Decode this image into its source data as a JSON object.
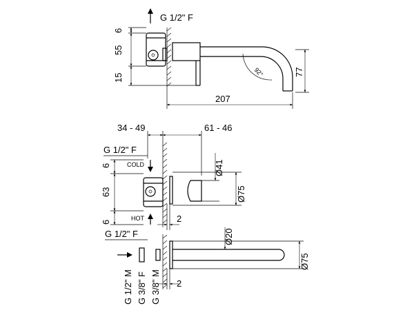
{
  "top_view": {
    "thread_top": "G 1/2\" F",
    "dim_6": "6",
    "dim_55": "55",
    "dim_15": "15",
    "dim_207": "207",
    "dim_77": "77",
    "angle": "92°"
  },
  "middle_view": {
    "dim_34_49": "34 - 49",
    "dim_61_46": "61 - 46",
    "thread_top": "G 1/2\" F",
    "dim_6_top": "6",
    "dim_63": "63",
    "dim_6_bottom": "6",
    "cold_label": "COLD",
    "hot_label": "HOT",
    "dia_41": "Ø41",
    "dia_75": "Ø75",
    "dim_2": "2",
    "thread_bottom": "G 1/2\" F"
  },
  "bottom_view": {
    "dia_20": "Ø20",
    "dia_75": "Ø75",
    "dim_2": "2",
    "conn_1": "G 1/2\" M",
    "conn_2": "G 3/8\" F",
    "conn_3": "G 3/8\" M"
  }
}
